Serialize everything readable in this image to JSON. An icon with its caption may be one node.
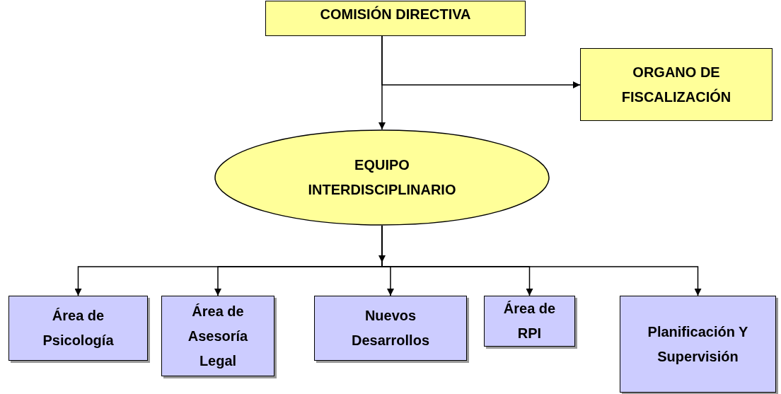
{
  "diagram": {
    "nodes": [
      {
        "text": [
          "COMISIÓN DIRECTIVA"
        ]
      },
      {
        "text": [
          "ORGANO DE FISCALIZACIÓN"
        ]
      },
      {
        "text": [
          "EQUIPO INTERDISCIPLINARIO"
        ]
      },
      {
        "text": [
          "Área de Psicología"
        ]
      },
      {
        "text": [
          "Área de Asesoría Legal"
        ]
      },
      {
        "text": [
          "Nuevos Desarrollos"
        ]
      },
      {
        "text": [
          "Área de RPI"
        ]
      },
      {
        "text": [
          "Planificación Y Supervisión"
        ]
      }
    ],
    "edges": [
      {
        "from": 0,
        "to": 2,
        "arrow": "to"
      },
      {
        "from": 0,
        "to": 1,
        "arrow": "to"
      },
      {
        "from": 2,
        "to": 3,
        "arrow": "to"
      },
      {
        "from": 2,
        "to": 4,
        "arrow": "to"
      },
      {
        "from": 2,
        "to": 5,
        "arrow": "to"
      },
      {
        "from": 2,
        "to": 6,
        "arrow": "to"
      },
      {
        "from": 2,
        "to": 7,
        "arrow": "to"
      }
    ]
  }
}
